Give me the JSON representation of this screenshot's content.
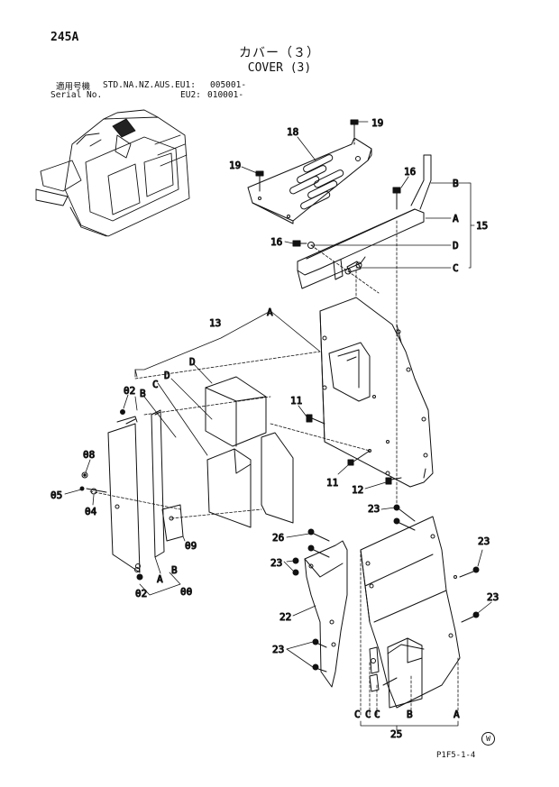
{
  "page_number": "245A",
  "title_jp": "カバー（３）",
  "title_en": "COVER (3)",
  "applicability": {
    "label_jp": "適用号機",
    "label_en": "Serial No.",
    "models": "STD.NA.NZ.AUS.EU1:",
    "serial1": "005001-",
    "eu2_label": "EU2:",
    "serial2": "010001-"
  },
  "callouts": {
    "p19a": "19",
    "p18": "18",
    "p19b": "19",
    "p16a": "16",
    "p16b": "16",
    "p15": "15",
    "p13": "13",
    "p11a": "11",
    "p11b": "11",
    "p12": "12",
    "p02a": "02",
    "p08": "08",
    "p05": "05",
    "p04": "04",
    "p09": "09",
    "p02b": "02",
    "p00": "00",
    "p23a": "23",
    "p26": "26",
    "p23b": "23",
    "p22": "22",
    "p23c": "23",
    "p23d": "23",
    "p23e": "23",
    "p25": "25"
  },
  "letters": {
    "B1": "B",
    "A1": "A",
    "D1": "D",
    "C1": "C",
    "A2": "A",
    "D2": "D",
    "B2": "B",
    "C2": "C",
    "D3": "D",
    "A3": "A",
    "B3": "B",
    "C4": "C",
    "C5": "C",
    "C6": "C",
    "B4": "B",
    "A4": "A"
  },
  "drawing_code": "P1F5-1-4",
  "w_mark": "W"
}
